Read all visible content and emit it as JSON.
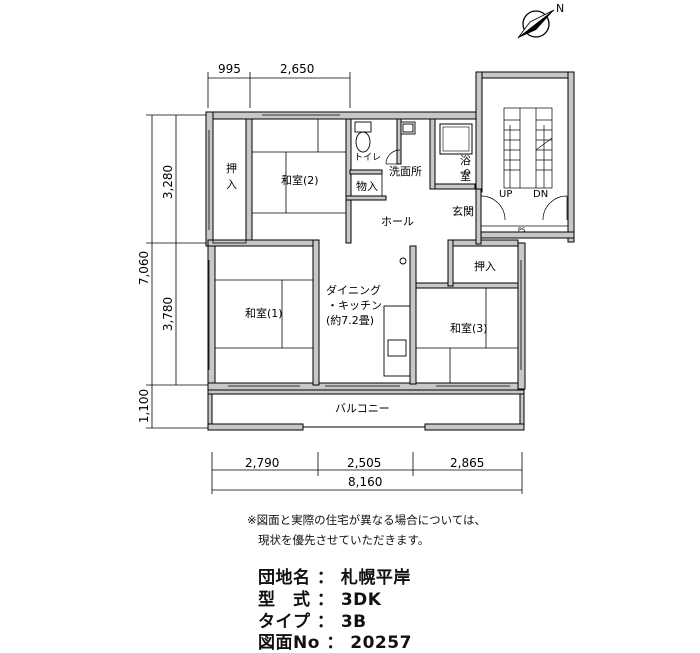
{
  "dimensions": {
    "top": [
      "995",
      "2,650"
    ],
    "left": [
      "7,060",
      "3,280",
      "3,780",
      "1,100"
    ],
    "bottom": [
      "2,790",
      "2,505",
      "2,865"
    ],
    "total": "8,160"
  },
  "rooms": {
    "washitsu2": "和室(2)",
    "oshiire_top": "押\n入",
    "toilet": "トイレ",
    "monoire": "物入",
    "senmenjo": "洗面所",
    "yokushitsu": "浴\n室",
    "genkan": "玄関",
    "hall": "ホール",
    "dining_line1": "ダイニング",
    "dining_line2": "・キッチン",
    "dining_line3": "(約7.2畳)",
    "oshiire_right": "押入",
    "washitsu1": "和室(1)",
    "washitsu3": "和室(3)",
    "balcony": "バルコニー",
    "stair_up": "UP",
    "stair_dn": "DN",
    "ps": "PS"
  },
  "compass": "N",
  "note": {
    "line1": "※図面と実際の住宅が異なる場合については、",
    "line2": "現状を優先させていただきます。"
  },
  "info": {
    "danchi_label": "団地名",
    "danchi_value": "札幌平岸",
    "kata_label": "型　式",
    "kata_value": "3DK",
    "type_label": "タイプ",
    "type_value": "3B",
    "zumen_label": "図面No",
    "zumen_value": "20257",
    "sep": "："
  }
}
